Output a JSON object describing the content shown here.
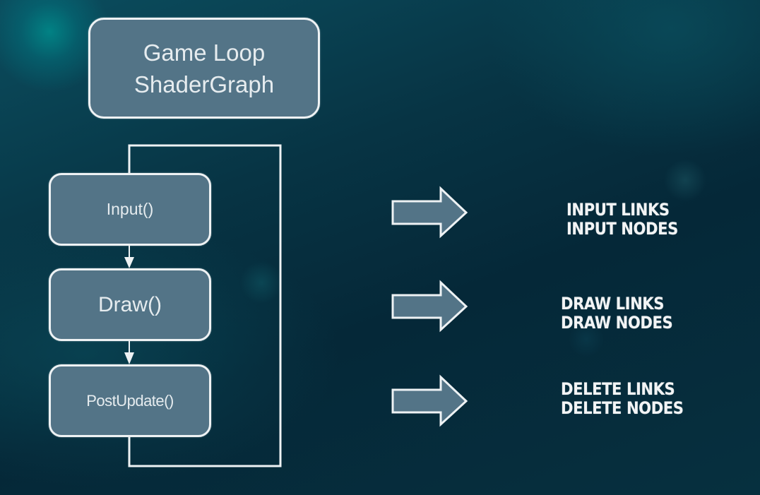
{
  "title": {
    "line1": "Game Loop",
    "line2": "ShaderGraph"
  },
  "loop_steps": [
    {
      "label": "Input()"
    },
    {
      "label": "Draw()"
    },
    {
      "label": "PostUpdate()"
    }
  ],
  "results": [
    {
      "line1": "INPUT LINKS",
      "line2": "INPUT NODES"
    },
    {
      "line1": "DRAW LINKS",
      "line2": "DRAW NODES"
    },
    {
      "line1": "DELETE LINKS",
      "line2": "DELETE NODES"
    }
  ],
  "colors": {
    "box_fill": "#537487",
    "stroke": "#eef2f4",
    "background": "#052838",
    "glow": "#008c8c"
  }
}
